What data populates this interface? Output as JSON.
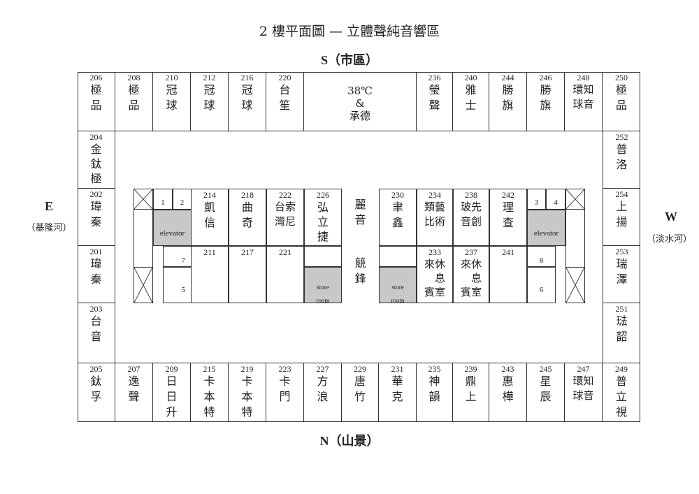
{
  "title": "2 樓平面圖 — 立體聲純音響區",
  "directions": {
    "south": "S（市區）",
    "north": "N（山景）",
    "east": "E",
    "east_sub": "（基隆河）",
    "west": "W",
    "west_sub": "（淡水河）"
  },
  "top_row": [
    {
      "num": "206",
      "name": "極\n品"
    },
    {
      "num": "208",
      "name": "極\n品"
    },
    {
      "num": "210",
      "name": "冠\n球"
    },
    {
      "num": "212",
      "name": "冠\n球"
    },
    {
      "num": "216",
      "name": "冠\n球"
    },
    {
      "num": "220",
      "name": "台\n笙"
    },
    {
      "num": "",
      "name": "38℃\n&\n承德"
    },
    {
      "num": "236",
      "name": "瑩\n聲"
    },
    {
      "num": "240",
      "name": "雅\n士"
    },
    {
      "num": "244",
      "name": "勝\n旗"
    },
    {
      "num": "246",
      "name": "勝\n旗"
    },
    {
      "num": "248",
      "name": "環知\n球音"
    },
    {
      "num": "250",
      "name": "極\n品"
    }
  ],
  "bottom_row": [
    {
      "num": "205",
      "name": "鈦\n孚"
    },
    {
      "num": "207",
      "name": "逸\n聲"
    },
    {
      "num": "209",
      "name": "日\n日\n升"
    },
    {
      "num": "215",
      "name": "卡\n本\n特"
    },
    {
      "num": "219",
      "name": "卡\n本\n特"
    },
    {
      "num": "223",
      "name": "卡\n門"
    },
    {
      "num": "227",
      "name": "方\n浪"
    },
    {
      "num": "229",
      "name": "唐\n竹"
    },
    {
      "num": "231",
      "name": "華\n克"
    },
    {
      "num": "235",
      "name": "神\n韻"
    },
    {
      "num": "239",
      "name": "鼎\n上"
    },
    {
      "num": "243",
      "name": "惠\n樺"
    },
    {
      "num": "245",
      "name": "星\n辰"
    },
    {
      "num": "247",
      "name": "環知\n球音"
    },
    {
      "num": "249",
      "name": "普\n立\n視"
    }
  ],
  "left_col": [
    {
      "num": "204",
      "name": "金\n鈦\n極"
    },
    {
      "num": "202",
      "name": "瑋\n秦"
    },
    {
      "num": "201",
      "name": "瑋\n秦"
    },
    {
      "num": "203",
      "name": "台\n音"
    }
  ],
  "right_col": [
    {
      "num": "252",
      "name": "普\n洛"
    },
    {
      "num": "254",
      "name": "上\n揚"
    },
    {
      "num": "253",
      "name": "瑞\n澤"
    },
    {
      "num": "251",
      "name": "琺\n韶"
    }
  ],
  "center_top": [
    {
      "num": "214",
      "name": "凱\n信"
    },
    {
      "num": "218",
      "name": "曲\n奇"
    },
    {
      "num": "222",
      "name": "台索\n灣尼"
    },
    {
      "num": "226",
      "name": "弘\n立\n捷"
    },
    {
      "num": "",
      "name": "麗\n音"
    },
    {
      "num": "230",
      "name": "聿\n鑫"
    },
    {
      "num": "234",
      "name": "類藝\n比術"
    },
    {
      "num": "238",
      "name": "玻先\n音創"
    },
    {
      "num": "242",
      "name": "理\n查"
    }
  ],
  "center_bottom": [
    {
      "num": "211"
    },
    {
      "num": "217"
    },
    {
      "num": "221"
    },
    {
      "num": "233",
      "name": "來休\n　息\n賓室"
    },
    {
      "num": "237",
      "name": "來休\n　息\n賓室"
    },
    {
      "num": "241"
    }
  ],
  "center_mid_name": "競\n鋒",
  "elevator_label": "elevator",
  "store_room": "store\nroom",
  "small_nums": {
    "a": "1",
    "b": "2",
    "c": "3",
    "d": "4",
    "e": "7",
    "f": "5",
    "g": "8",
    "h": "6"
  }
}
